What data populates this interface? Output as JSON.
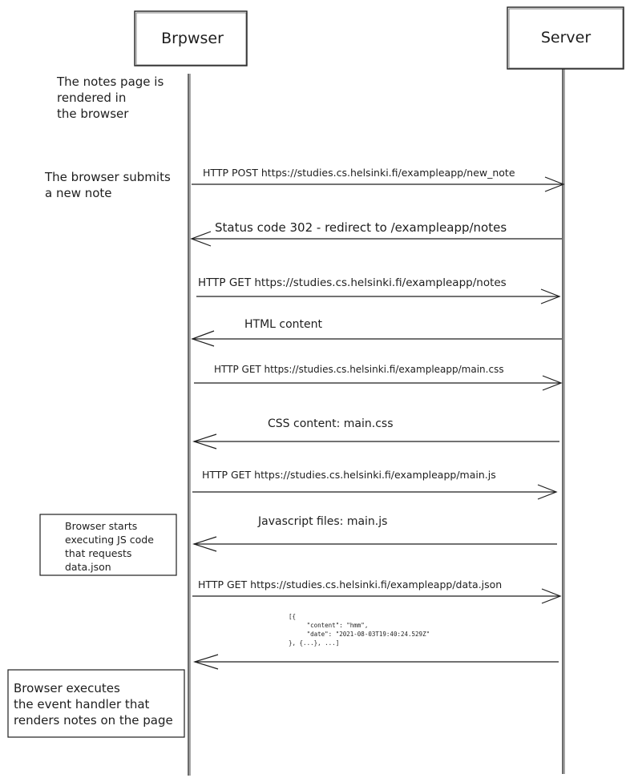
{
  "participants": {
    "browser": "Brpwser",
    "server": "Server"
  },
  "notes": {
    "page_rendered": "The notes page is\nrendered in\nthe browser",
    "browser_submits": "The browser submits\na new note",
    "browser_starts_js": "Browser starts\nexecuting JS code\nthat requests\ndata.json",
    "browser_executes": "Browser executes\nthe event handler that\nrenders notes on the page"
  },
  "messages": [
    {
      "label": "HTTP POST https://studies.cs.helsinki.fi/exampleapp/new_note",
      "direction": "to-server"
    },
    {
      "label": "Status code 302 - redirect to  /exampleapp/notes",
      "direction": "to-browser"
    },
    {
      "label": "HTTP GET https://studies.cs.helsinki.fi/exampleapp/notes",
      "direction": "to-server"
    },
    {
      "label": "HTML content",
      "direction": "to-browser"
    },
    {
      "label": "HTTP GET https://studies.cs.helsinki.fi/exampleapp/main.css",
      "direction": "to-server"
    },
    {
      "label": "CSS content: main.css",
      "direction": "to-browser"
    },
    {
      "label": "HTTP GET  https://studies.cs.helsinki.fi/exampleapp/main.js",
      "direction": "to-server"
    },
    {
      "label": "Javascript files: main.js",
      "direction": "to-browser"
    },
    {
      "label": "HTTP GET https://studies.cs.helsinki.fi/exampleapp/data.json",
      "direction": "to-server"
    },
    {
      "label": "",
      "direction": "to-browser"
    }
  ],
  "json_response": "[{\n     \"content\": \"hmm\",\n     \"date\": \"2021-08-03T19:40:24.529Z\"\n}, {...}, ...]",
  "colors": {
    "stroke": "#1e1e1e",
    "background": "#ffffff"
  }
}
